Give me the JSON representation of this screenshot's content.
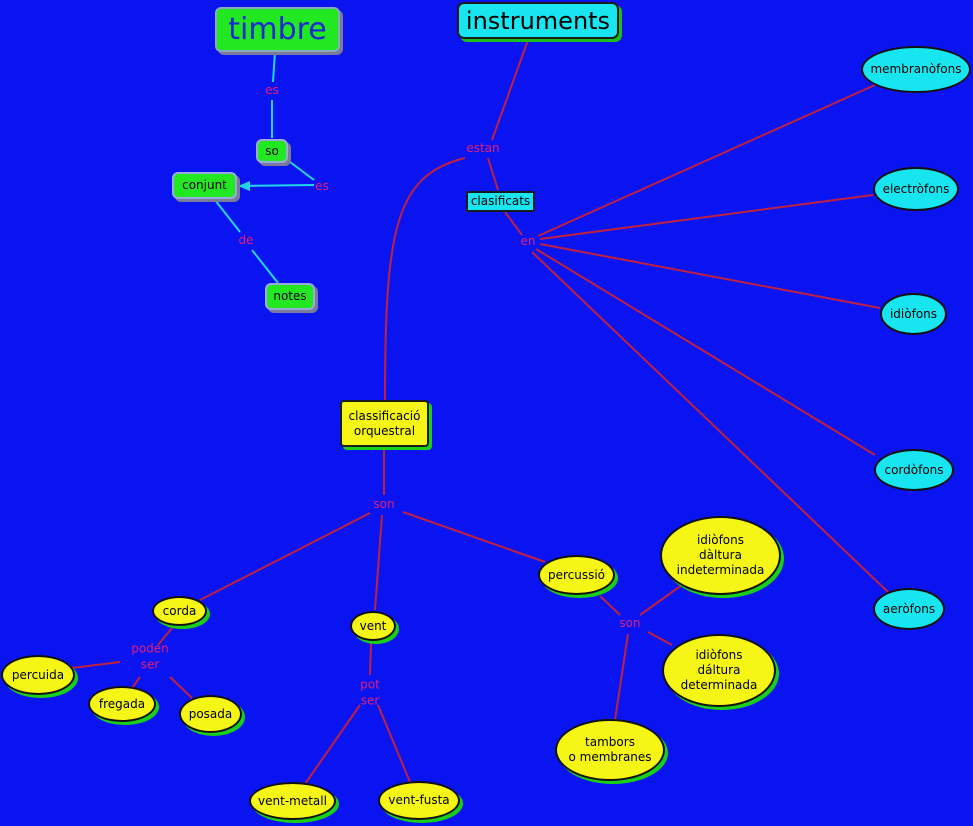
{
  "nodes": {
    "timbre": "timbre",
    "instruments": "instruments",
    "so": "so",
    "conjunt": "conjunt",
    "notes": "notes",
    "clasificats": "clasificats",
    "membranofons": "membranòfons",
    "electrofons": "electròfons",
    "idiofons": "idiòfons",
    "cordofons": "cordòfons",
    "aerofons": "aeròfons",
    "classificacio": "classificació\norquestral",
    "corda": "corda",
    "vent": "vent",
    "percussio": "percussió",
    "percuida": "percuida",
    "fregada": "fregada",
    "posada": "posada",
    "vent_metall": "vent-metall",
    "vent_fusta": "vent-fusta",
    "idiofons_indet": "idiòfons\ndàltura\nindeterminada",
    "idiofons_det": "idiòfons\ndáltura\ndeterminada",
    "tambors": "tambors\no membranes"
  },
  "links": {
    "es1": "es",
    "es2": "es",
    "de": "de",
    "estan": "estan",
    "en": "en",
    "son1": "son",
    "poden_ser": "poden\nser",
    "pot_ser": "pot\nser",
    "son2": "son"
  },
  "colors": {
    "background": "#0a14f0",
    "green": "#22e822",
    "cyan": "#17e5f0",
    "yellow": "#f5f516",
    "line_cyan": "#22d6e6",
    "line_red": "#c02040",
    "label": "#e0207a"
  }
}
